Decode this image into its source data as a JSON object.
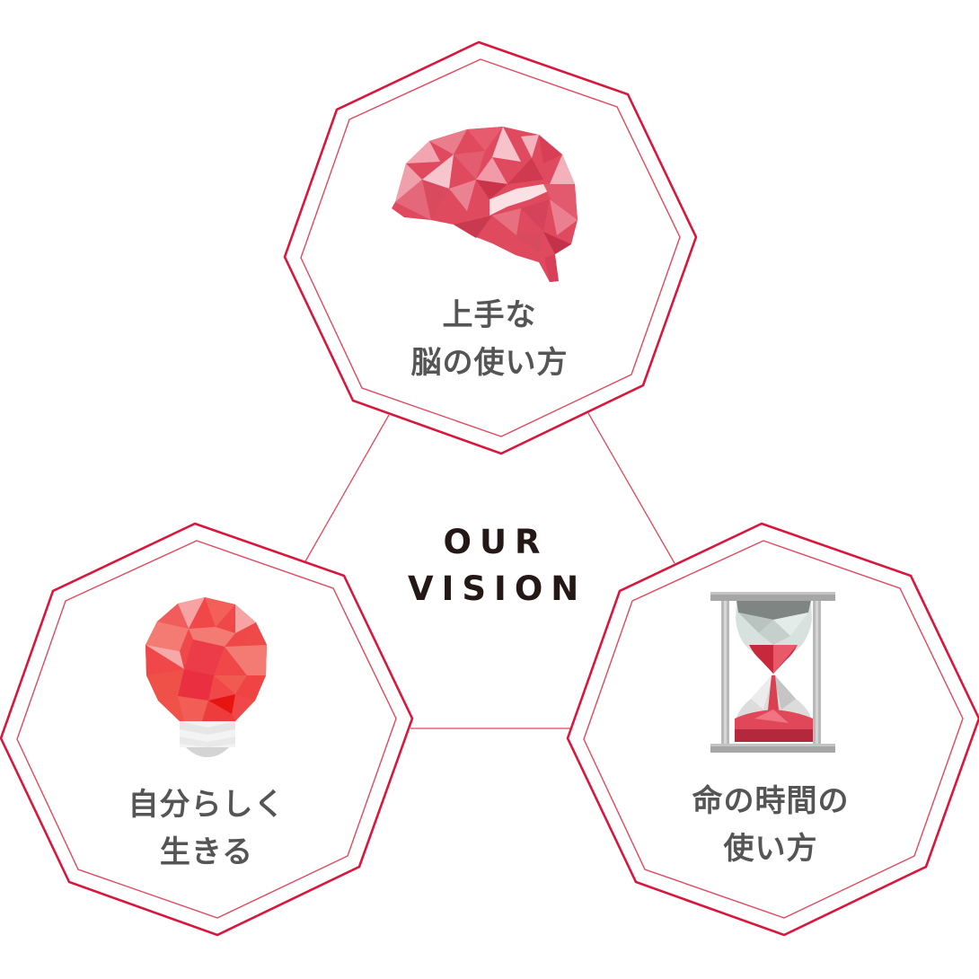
{
  "center": {
    "title_line1": "OUR",
    "title_line2": "VISION"
  },
  "colors": {
    "accent_red": "#d9163c",
    "inner_line_red": "#e0485f",
    "label_gray": "#555555",
    "title_dark": "#231815"
  },
  "vision_items": [
    {
      "id": "brain",
      "icon": "brain-icon",
      "line1": "上手な",
      "line2": "脳の使い方"
    },
    {
      "id": "lightbulb",
      "icon": "lightbulb-icon",
      "line1": "自分らしく",
      "line2": "生きる"
    },
    {
      "id": "hourglass",
      "icon": "hourglass-icon",
      "line1": "命の時間の",
      "line2": "使い方"
    }
  ]
}
